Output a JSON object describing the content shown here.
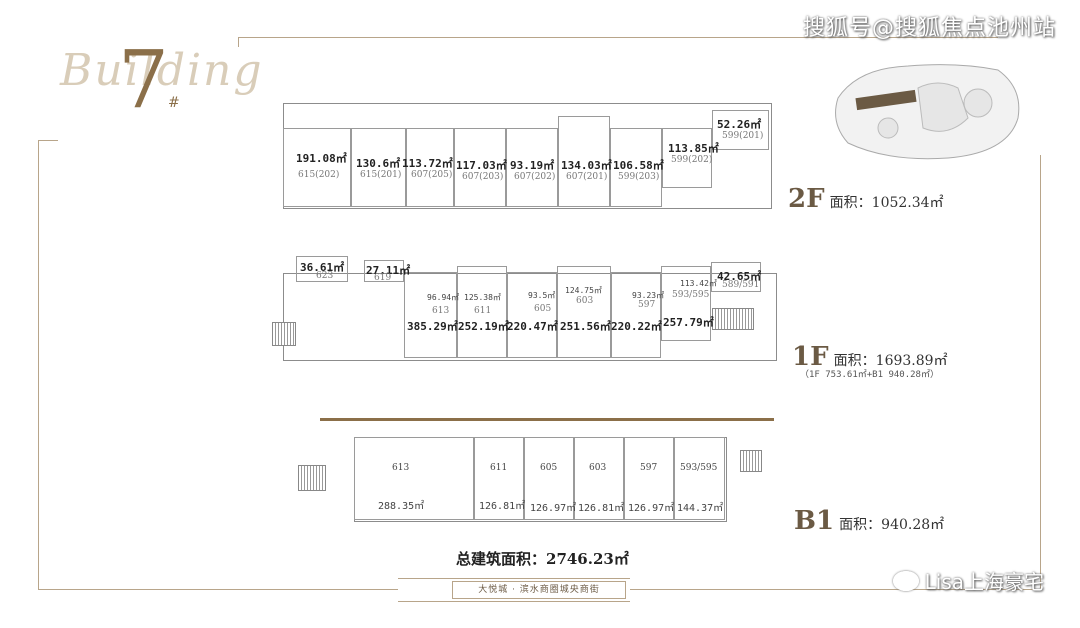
{
  "brand": {
    "script": "Building",
    "number": "7",
    "mark": "#"
  },
  "watermark_top": "搜狐号@搜狐焦点池州站",
  "watermark_bottom": "Lisa上海豪宅",
  "floors": {
    "f2": {
      "label_big": "2F",
      "label_text": "面积：1052.34㎡",
      "rooms": [
        {
          "area": "191.08㎡",
          "unit": "615(202)"
        },
        {
          "area": "130.6㎡",
          "unit": "615(201)"
        },
        {
          "area": "113.72㎡",
          "unit": "607(205)"
        },
        {
          "area": "117.03㎡",
          "unit": "607(203)"
        },
        {
          "area": "93.19㎡",
          "unit": "607(202)"
        },
        {
          "area": "134.03㎡",
          "unit": "607(201)"
        },
        {
          "area": "106.58㎡",
          "unit": "599(203)"
        },
        {
          "area": "113.85㎡",
          "unit": "599(202)"
        },
        {
          "area": "52.26㎡",
          "unit": "599(201)"
        }
      ]
    },
    "f1": {
      "label_big": "1F",
      "label_text": "面积：1693.89㎡",
      "label_sub": "（1F 753.61㎡+B1 940.28㎡）",
      "top_rooms": [
        {
          "area": "36.61㎡",
          "unit": "623"
        },
        {
          "area": "27.11㎡",
          "unit": "619"
        },
        {
          "area": "96.94㎡",
          "unit": "613"
        },
        {
          "area": "125.38㎡",
          "unit": "611"
        },
        {
          "area": "93.5㎡",
          "unit": "605"
        },
        {
          "area": "124.75㎡",
          "unit": "603"
        },
        {
          "area": "93.23㎡",
          "unit": "597"
        },
        {
          "area": "113.42㎡",
          "unit": "593/595"
        },
        {
          "area": "42.65㎡",
          "unit": "589/591"
        }
      ],
      "totals": [
        "385.29㎡",
        "252.19㎡",
        "220.47㎡",
        "251.56㎡",
        "220.22㎡",
        "257.79㎡"
      ]
    },
    "b1": {
      "label_big": "B1",
      "label_text": "面积：940.28㎡",
      "rooms": [
        {
          "unit": "613",
          "area": "288.35㎡"
        },
        {
          "unit": "611",
          "area": "126.81㎡"
        },
        {
          "unit": "605",
          "area": "126.97㎡"
        },
        {
          "unit": "603",
          "area": "126.81㎡"
        },
        {
          "unit": "597",
          "area": "126.97㎡"
        },
        {
          "unit": "593/595",
          "area": "144.37㎡"
        }
      ]
    }
  },
  "total_area": "总建筑面积：2746.23㎡",
  "banner": "大悦城 · 滨水商圈城央商街"
}
